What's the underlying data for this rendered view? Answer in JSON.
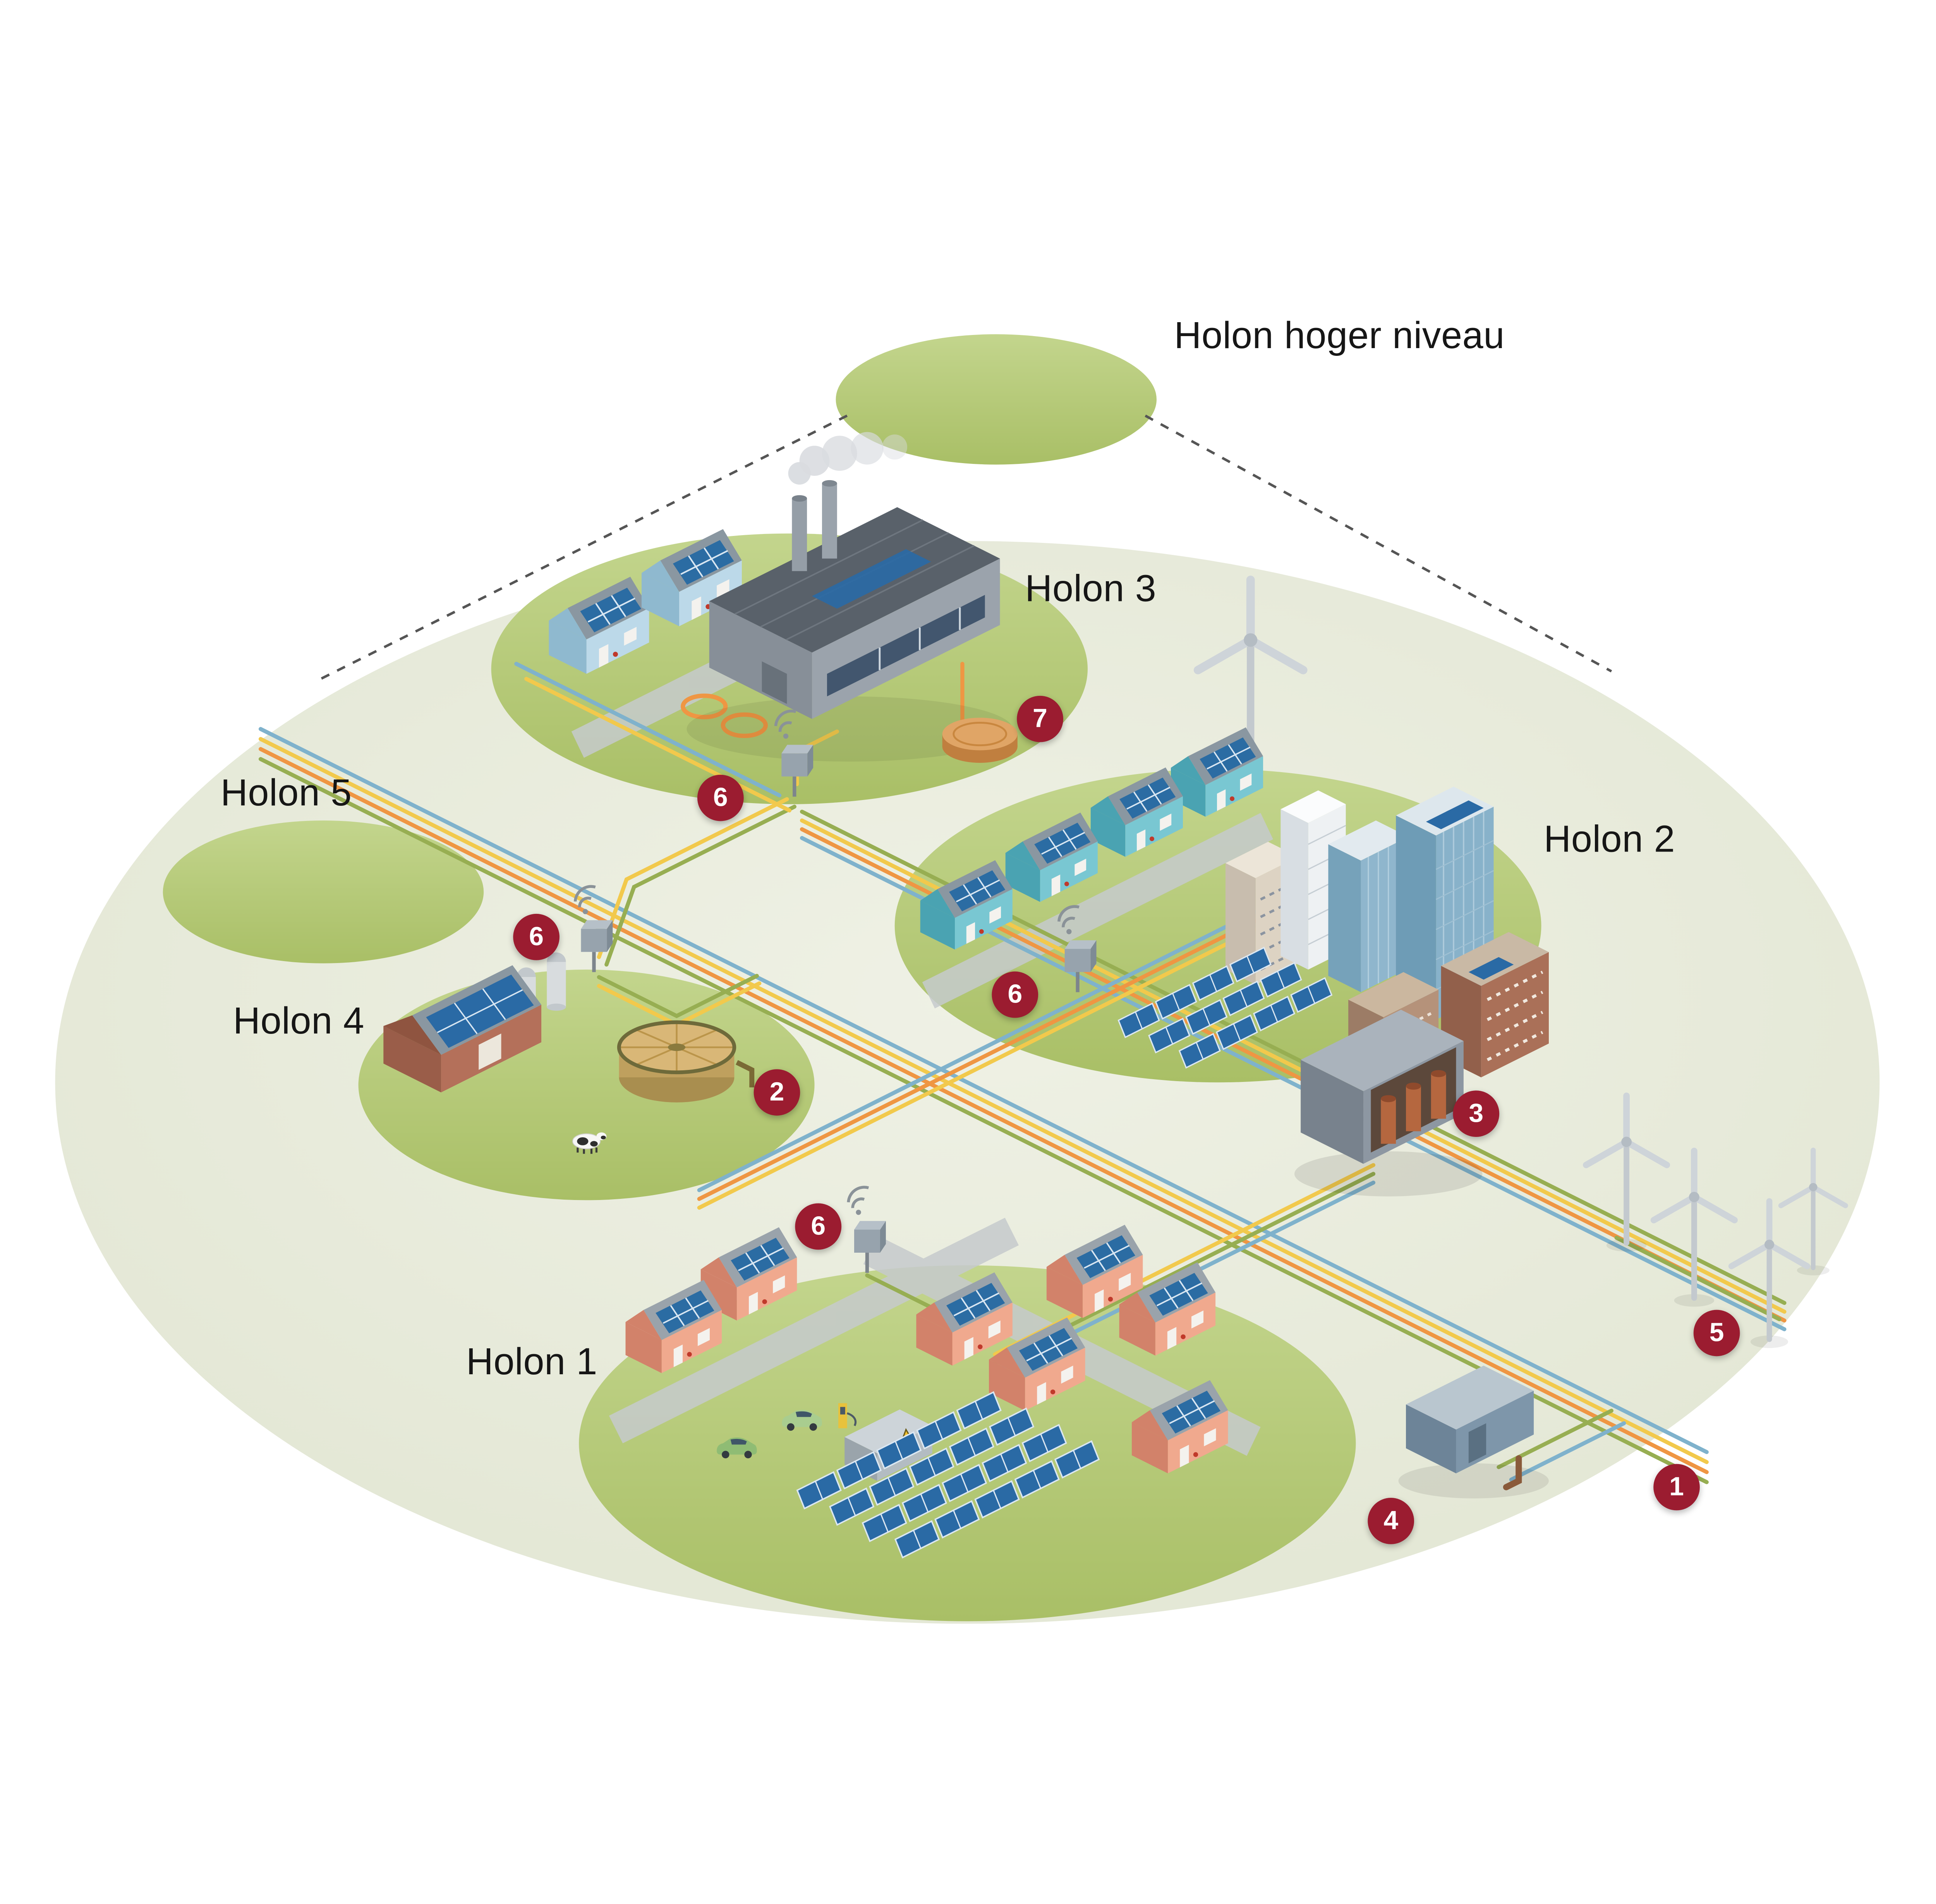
{
  "title": "Holon hoger niveau",
  "labels": {
    "higher_level": "Holon hoger niveau",
    "holon_1": "Holon 1",
    "holon_2": "Holon 2",
    "holon_3": "Holon 3",
    "holon_4": "Holon 4",
    "holon_5": "Holon 5"
  },
  "badge_instances": [
    {
      "number": "7",
      "attached_to": "heat-storage-near-factory"
    },
    {
      "number": "6",
      "attached_to": "smart-meter-holon-3"
    },
    {
      "number": "6",
      "attached_to": "smart-meter-holon-2"
    },
    {
      "number": "6",
      "attached_to": "smart-meter-holon-4"
    },
    {
      "number": "6",
      "attached_to": "smart-meter-holon-1"
    },
    {
      "number": "2",
      "attached_to": "biogas-digester"
    },
    {
      "number": "3",
      "attached_to": "transformer-station"
    },
    {
      "number": "5",
      "attached_to": "wind-turbines"
    },
    {
      "number": "4",
      "attached_to": "utility-station"
    },
    {
      "number": "1",
      "attached_to": "grid-lines-south-east"
    }
  ],
  "colors": {
    "background": "#ffffff",
    "outer_ellipse": "#e9ecdf",
    "holon_ellipse": "#b5ca7a",
    "badge_bg": "#9b1c30",
    "badge_text": "#ffffff",
    "label_text": "#161616",
    "line_orange": "#ef9643",
    "line_yellow": "#f2c94c",
    "line_blue": "#7fb2cc",
    "line_green": "#97ae52",
    "dashed_connector": "#555555",
    "solar_panel": "#2a6aa5"
  },
  "icons": {
    "factory": "factory-with-chimneys-and-smoke",
    "house": "solar-roof-house",
    "wind_turbine": "three-blade-turbine",
    "smart_meter": "meter-box-with-wifi",
    "biogas_digester": "round-tank",
    "transformer": "cutaway-cabinet-with-coils",
    "heat_storage": "flat-cylinder",
    "ev": "electric-car",
    "charging_station": "yellow-post",
    "cow": "cow",
    "solar_array": "ground-panel-grid"
  }
}
